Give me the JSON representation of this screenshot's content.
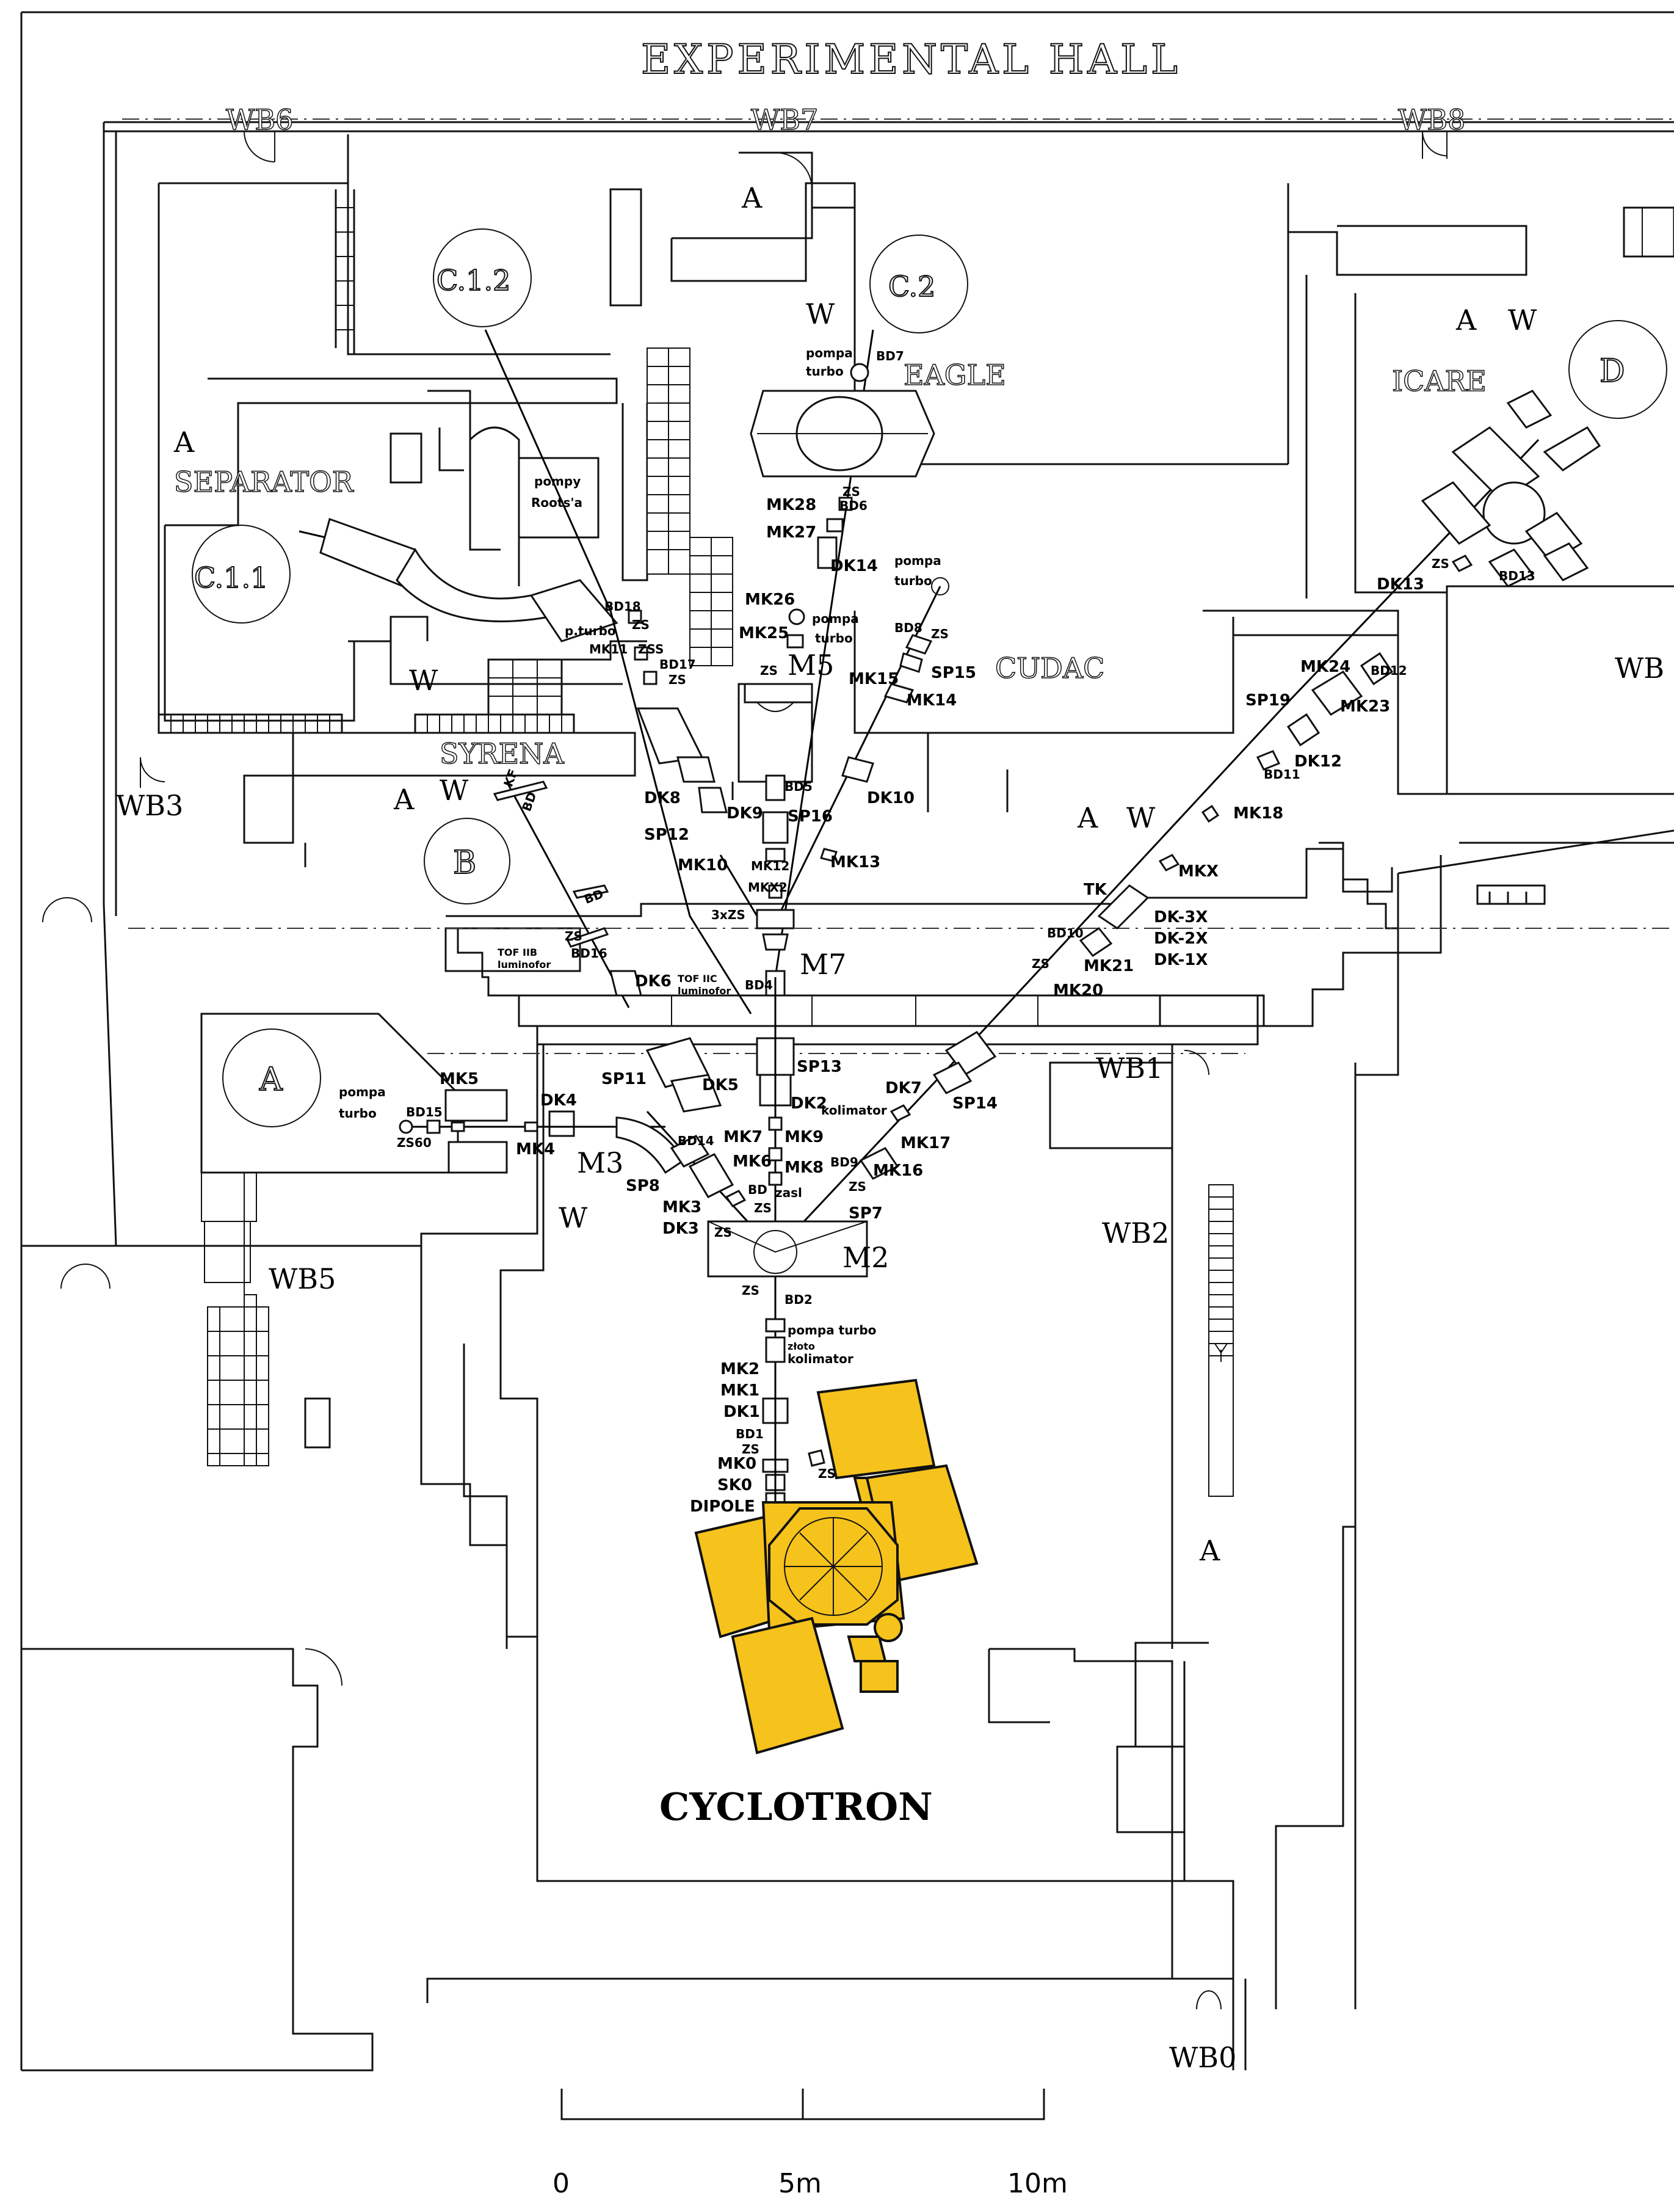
{
  "hall_title": "EXPERIMENTAL HALL",
  "gates": {
    "wb0": "WB0",
    "wb1": "WB1",
    "wb2": "WB2",
    "wb3": "WB3",
    "wb5": "WB5",
    "wb6": "WB6",
    "wb7": "WB7",
    "wb8": "WB8",
    "wb_right": "WB"
  },
  "areas": {
    "a": "A",
    "b": "B",
    "c11": "C.1.1",
    "c12": "C.1.2",
    "c2": "C.2",
    "d": "D"
  },
  "rooms": {
    "separator": "SEPARATOR",
    "syrena": "SYRENA",
    "eagle": "EAGLE",
    "icare": "ICARE",
    "cudac": "CUDAC",
    "cyclotron": "CYCLOTRON"
  },
  "markers": {
    "a": "A",
    "w": "W"
  },
  "magnets": {
    "m2": "M2",
    "m3": "M3",
    "m5": "M5",
    "m7": "M7"
  },
  "equipment": {
    "pompa": "pompa",
    "turbo": "turbo",
    "pompa_turbo": "pompa turbo",
    "pompy": "pompy",
    "roots": "Roots'a",
    "p_turbo": "p.turbo",
    "kolimator": "kolimator",
    "zloto": "złoto",
    "zasl": "zasl",
    "tof_iib": "TOF IIB",
    "tof_iic": "TOF IIC",
    "luminofor": "luminofor",
    "dipole": "DIPOLE",
    "tk": "TK",
    "zs": "ZS",
    "zs60": "ZS60",
    "zss": "ZSS",
    "three_zs": "3xZS",
    "kf": "KF",
    "bd": "BD"
  },
  "elements": {
    "bd1": "BD1",
    "bd2": "BD2",
    "bd4": "BD4",
    "bd5": "BD5",
    "bd6": "BD6",
    "bd7": "BD7",
    "bd8": "BD8",
    "bd9": "BD9",
    "bd10": "BD10",
    "bd11": "BD11",
    "bd12": "BD12",
    "bd13": "BD13",
    "bd14": "BD14",
    "bd15": "BD15",
    "bd16": "BD16",
    "bd17": "BD17",
    "bd18": "BD18",
    "dk1": "DK1",
    "dk2": "DK2",
    "dk3": "DK3",
    "dk4": "DK4",
    "dk5": "DK5",
    "dk6": "DK6",
    "dk7": "DK7",
    "dk8": "DK8",
    "dk9": "DK9",
    "dk10": "DK10",
    "dk12": "DK12",
    "dk13": "DK13",
    "dk14": "DK14",
    "dk1x": "DK-1X",
    "dk2x": "DK-2X",
    "dk3x": "DK-3X",
    "mk0": "MK0",
    "mk1": "MK1",
    "mk2": "MK2",
    "mk3": "MK3",
    "mk4": "MK4",
    "mk5": "MK5",
    "mk6": "MK6",
    "mk7": "MK7",
    "mk8": "MK8",
    "mk9": "MK9",
    "mk10": "MK10",
    "mk11": "MK11",
    "mk12": "MK12",
    "mk13": "MK13",
    "mk14": "MK14",
    "mk15": "MK15",
    "mk16": "MK16",
    "mk17": "MK17",
    "mk18": "MK18",
    "mk20": "MK20",
    "mk21": "MK21",
    "mk23": "MK23",
    "mk24": "MK24",
    "mk25": "MK25",
    "mk26": "MK26",
    "mk27": "MK27",
    "mk28": "MK28",
    "mkx": "MKX",
    "mkx2": "MKX2",
    "sp7": "SP7",
    "sp8": "SP8",
    "sp11": "SP11",
    "sp12": "SP12",
    "sp13": "SP13",
    "sp14": "SP14",
    "sp15": "SP15",
    "sp16": "SP16",
    "sp19": "SP19",
    "sk0": "SK0"
  },
  "scale": {
    "s0": "0",
    "s5": "5m",
    "s10": "10m"
  }
}
